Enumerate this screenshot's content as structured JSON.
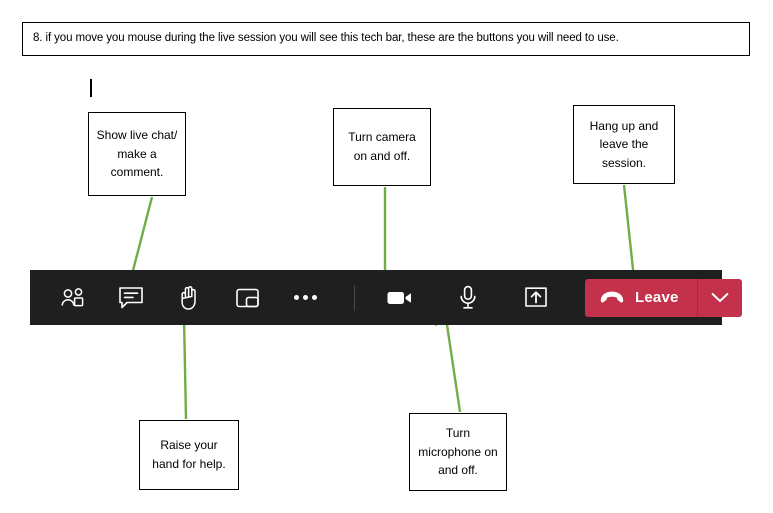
{
  "instruction": {
    "text": "8. if you move you mouse during the live session you will see this tech bar, these are the buttons you will need to use."
  },
  "callouts": [
    {
      "id": "chat",
      "text": "Show live chat/ make a comment."
    },
    {
      "id": "camera",
      "text": "Turn camera on and off."
    },
    {
      "id": "leave",
      "text": "Hang up and leave the session."
    },
    {
      "id": "hand",
      "text": "Raise your hand for help."
    },
    {
      "id": "mic",
      "text": "Turn microphone on and off."
    }
  ],
  "toolbar": {
    "background": "#201f1f",
    "buttons": [
      {
        "name": "people-icon",
        "label": "Show participants"
      },
      {
        "name": "chat-icon",
        "label": "Show conversation"
      },
      {
        "name": "raise-hand-icon",
        "label": "Raise hand"
      },
      {
        "name": "rooms-icon",
        "label": "Rooms"
      },
      {
        "name": "more-options-icon",
        "label": "More actions"
      },
      {
        "name": "camera-icon",
        "label": "Turn camera on/off"
      },
      {
        "name": "microphone-icon",
        "label": "Mute/unmute"
      },
      {
        "name": "share-screen-icon",
        "label": "Share content"
      }
    ],
    "leave_button": {
      "label": "Leave",
      "color": "#c4314b",
      "phone_icon": "hangup-phone-icon",
      "chevron_icon": "chevron-down-icon"
    }
  },
  "arrows": {
    "color": "#70ad47",
    "items": [
      {
        "name": "arrow-chat-to-toolbar",
        "direction": "down"
      },
      {
        "name": "arrow-camera-to-toolbar",
        "direction": "down"
      },
      {
        "name": "arrow-leave-to-toolbar",
        "direction": "down"
      },
      {
        "name": "arrow-hand-to-toolbar",
        "direction": "up"
      },
      {
        "name": "arrow-mic-to-toolbar",
        "direction": "up"
      }
    ]
  }
}
